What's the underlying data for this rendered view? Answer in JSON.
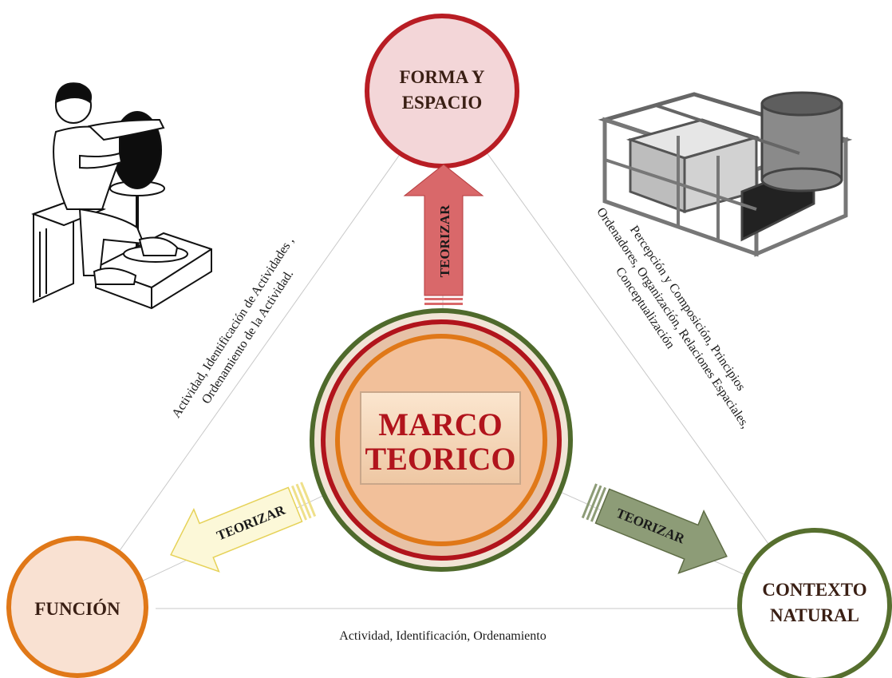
{
  "center": {
    "line1": "MARCO",
    "line2": "TEORICO"
  },
  "nodes": {
    "top": {
      "line1": "FORMA Y",
      "line2": "ESPACIO"
    },
    "left": {
      "label": "FUNCIÓN"
    },
    "right": {
      "line1": "CONTEXTO",
      "line2": "NATURAL"
    }
  },
  "edges": {
    "left": {
      "line1": "Actividad,  Identificación  de  Actividades  ,",
      "line2": "Ordenamiento  de la Actividad."
    },
    "right": {
      "line1": "Percepción y Composición, Principios",
      "line2": "Ordenadores, Organización, Relaciones Espaciales,",
      "line3": "Conceptualización"
    },
    "bottom": {
      "label": "Actividad,   Identificación,  Ordenamiento"
    }
  },
  "arrows": {
    "up": {
      "label": "TEORIZAR"
    },
    "left": {
      "label": "TEORIZAR"
    },
    "right": {
      "label": "TEORIZAR"
    }
  },
  "illustrations": {
    "left": "potter-wheel-illustration",
    "right": "spatial-frame-3d-illustration"
  },
  "colors": {
    "top_circle_stroke": "#b81d24",
    "top_circle_fill": "#f3d6d8",
    "left_circle_stroke": "#e07818",
    "left_circle_fill": "#f9e1d2",
    "right_circle_stroke": "#566f2e",
    "right_circle_fill": "#ffffff",
    "arrow_up": "#d9686a",
    "arrow_left": "#fcf8d8",
    "arrow_right": "#8d9c77",
    "center_text": "#b1141c"
  }
}
